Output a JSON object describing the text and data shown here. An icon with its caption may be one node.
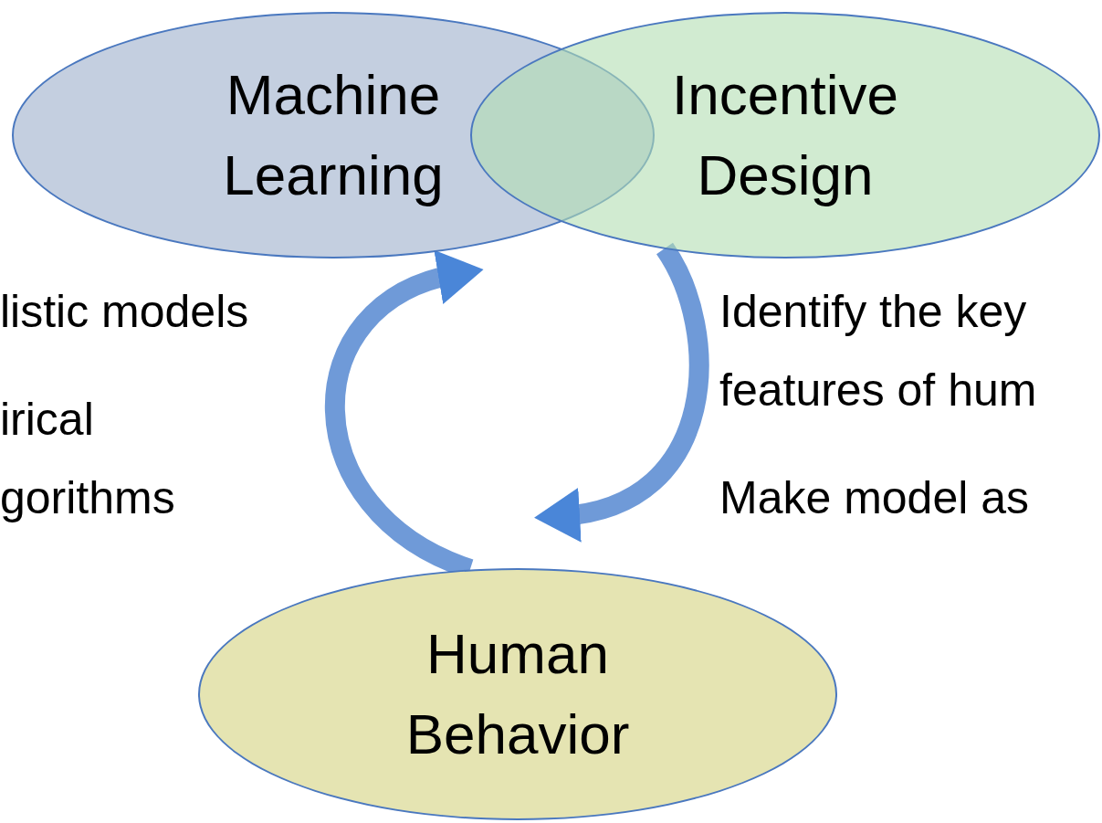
{
  "diagram": {
    "nodes": [
      {
        "text": [
          "Machine Learning"
        ]
      },
      {
        "text": [
          "Incentive Design"
        ]
      },
      {
        "text": [
          "Human Behavior"
        ]
      }
    ],
    "edges": [
      {
        "from": 2,
        "to": 0,
        "arrow": "to"
      },
      {
        "from": 1,
        "to": 2,
        "arrow": "to"
      }
    ],
    "labels": [
      "listic models",
      "irical gorithms",
      "Identify the key features of hum",
      "Make model as"
    ]
  }
}
